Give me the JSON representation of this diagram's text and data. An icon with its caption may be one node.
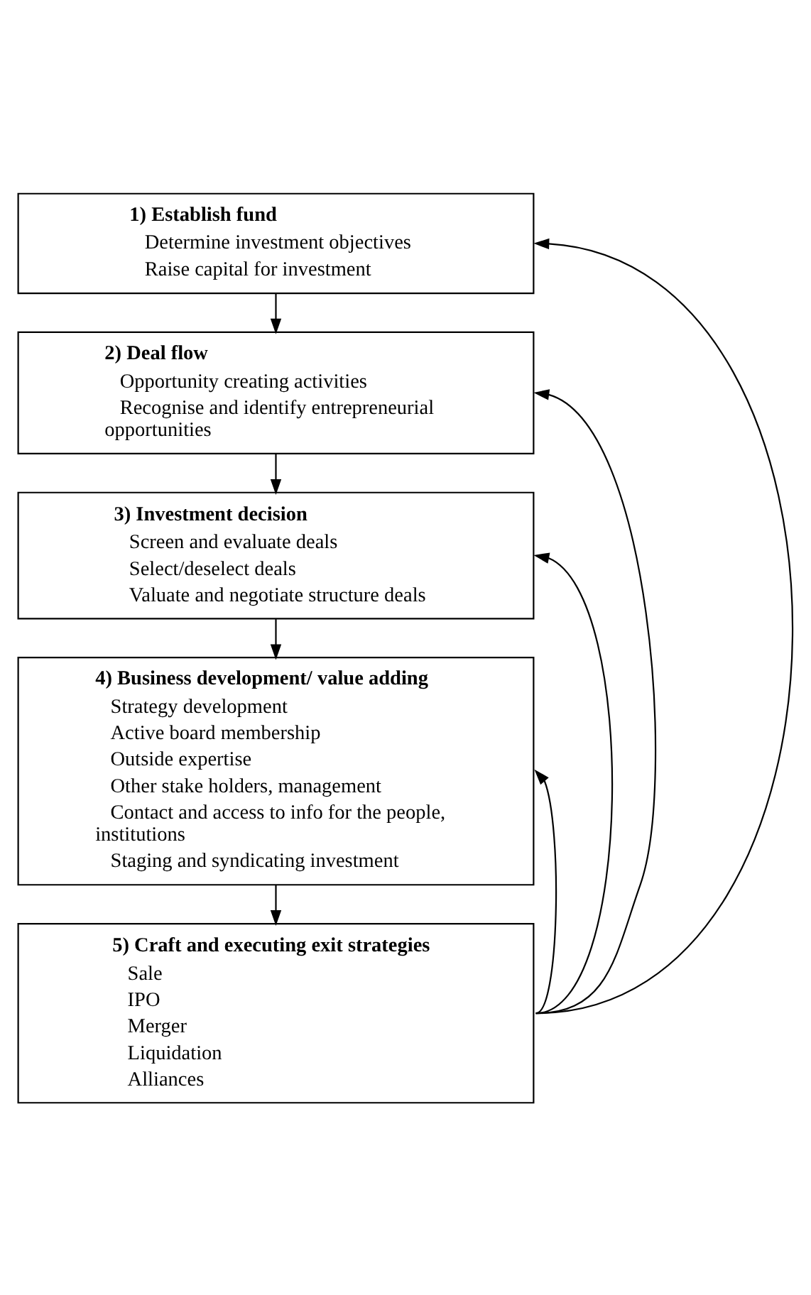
{
  "diagram": {
    "nodes": [
      {
        "text": [
          "1) Establish fund",
          "Determine investment objectives",
          "Raise capital for investment"
        ]
      },
      {
        "text": [
          "2) Deal flow",
          "Opportunity creating activities",
          "Recognise and identify entrepreneurial opportunities"
        ]
      },
      {
        "text": [
          "3) Investment decision",
          "Screen and evaluate deals",
          "Select/deselect deals",
          "Valuate and negotiate structure deals"
        ]
      },
      {
        "text": [
          "4) Business development/ value adding",
          "Strategy development",
          "Active board membership",
          "Outside expertise",
          "Other stake holders, management",
          "Contact and access to info for the people, institutions",
          "Staging and syndicating investment"
        ]
      },
      {
        "text": [
          "5) Craft and executing exit strategies",
          "Sale",
          "IPO",
          "Merger",
          "Liquidation",
          "Alliances"
        ]
      }
    ],
    "edges": [
      {
        "from": 0,
        "to": 1,
        "arrow": "to"
      },
      {
        "from": 1,
        "to": 2,
        "arrow": "to"
      },
      {
        "from": 2,
        "to": 3,
        "arrow": "to"
      },
      {
        "from": 3,
        "to": 4,
        "arrow": "to"
      },
      {
        "from": 4,
        "to": 0,
        "arrow": "to"
      },
      {
        "from": 4,
        "to": 1,
        "arrow": "to"
      },
      {
        "from": 4,
        "to": 2,
        "arrow": "to"
      },
      {
        "from": 4,
        "to": 3,
        "arrow": "to"
      }
    ]
  }
}
